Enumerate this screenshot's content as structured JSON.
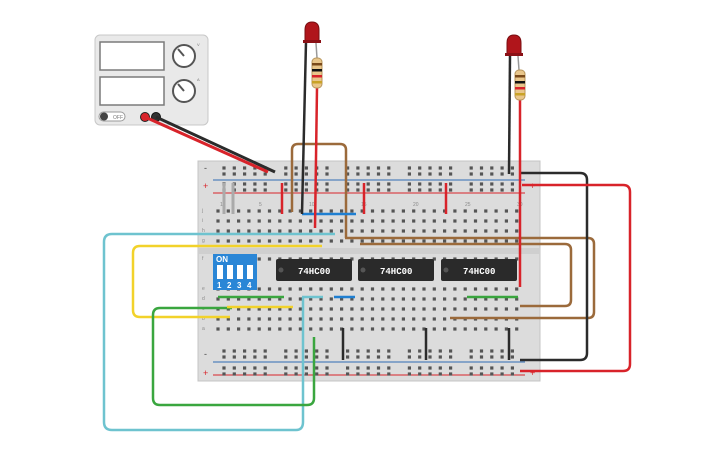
{
  "power_supply": {
    "switch_label": "OFF",
    "knob1_label": "V",
    "knob2_label": "A"
  },
  "chips": [
    {
      "label": "74HC00"
    },
    {
      "label": "74HC00"
    },
    {
      "label": "74HC00"
    }
  ],
  "dip_switch": {
    "on_label": "ON",
    "position_labels": [
      "1",
      "2",
      "3",
      "4"
    ]
  },
  "breadboard": {
    "rail_plus": "+",
    "rail_minus": "-",
    "row_letters_top": [
      "j",
      "i",
      "h",
      "g",
      "f"
    ],
    "row_letters_bottom": [
      "e",
      "d",
      "c",
      "b",
      "a"
    ],
    "column_numbers": [
      "1",
      "5",
      "10",
      "15",
      "20",
      "25",
      "30"
    ]
  },
  "leds": [
    {
      "color": "red"
    },
    {
      "color": "red"
    }
  ],
  "colors": {
    "board": "#dcdcdc",
    "rail_red": "#d8232a",
    "rail_blue": "#2f6db5",
    "wire_black": "#2b2b2b",
    "wire_red": "#d8232a",
    "wire_brown": "#9b6a3b",
    "wire_cyan": "#6ec3cf",
    "wire_yellow": "#f2d22a",
    "wire_green": "#3aa63f",
    "wire_blue": "#1f7fd1",
    "chip": "#2a2a2a",
    "dip": "#2a86d6"
  }
}
